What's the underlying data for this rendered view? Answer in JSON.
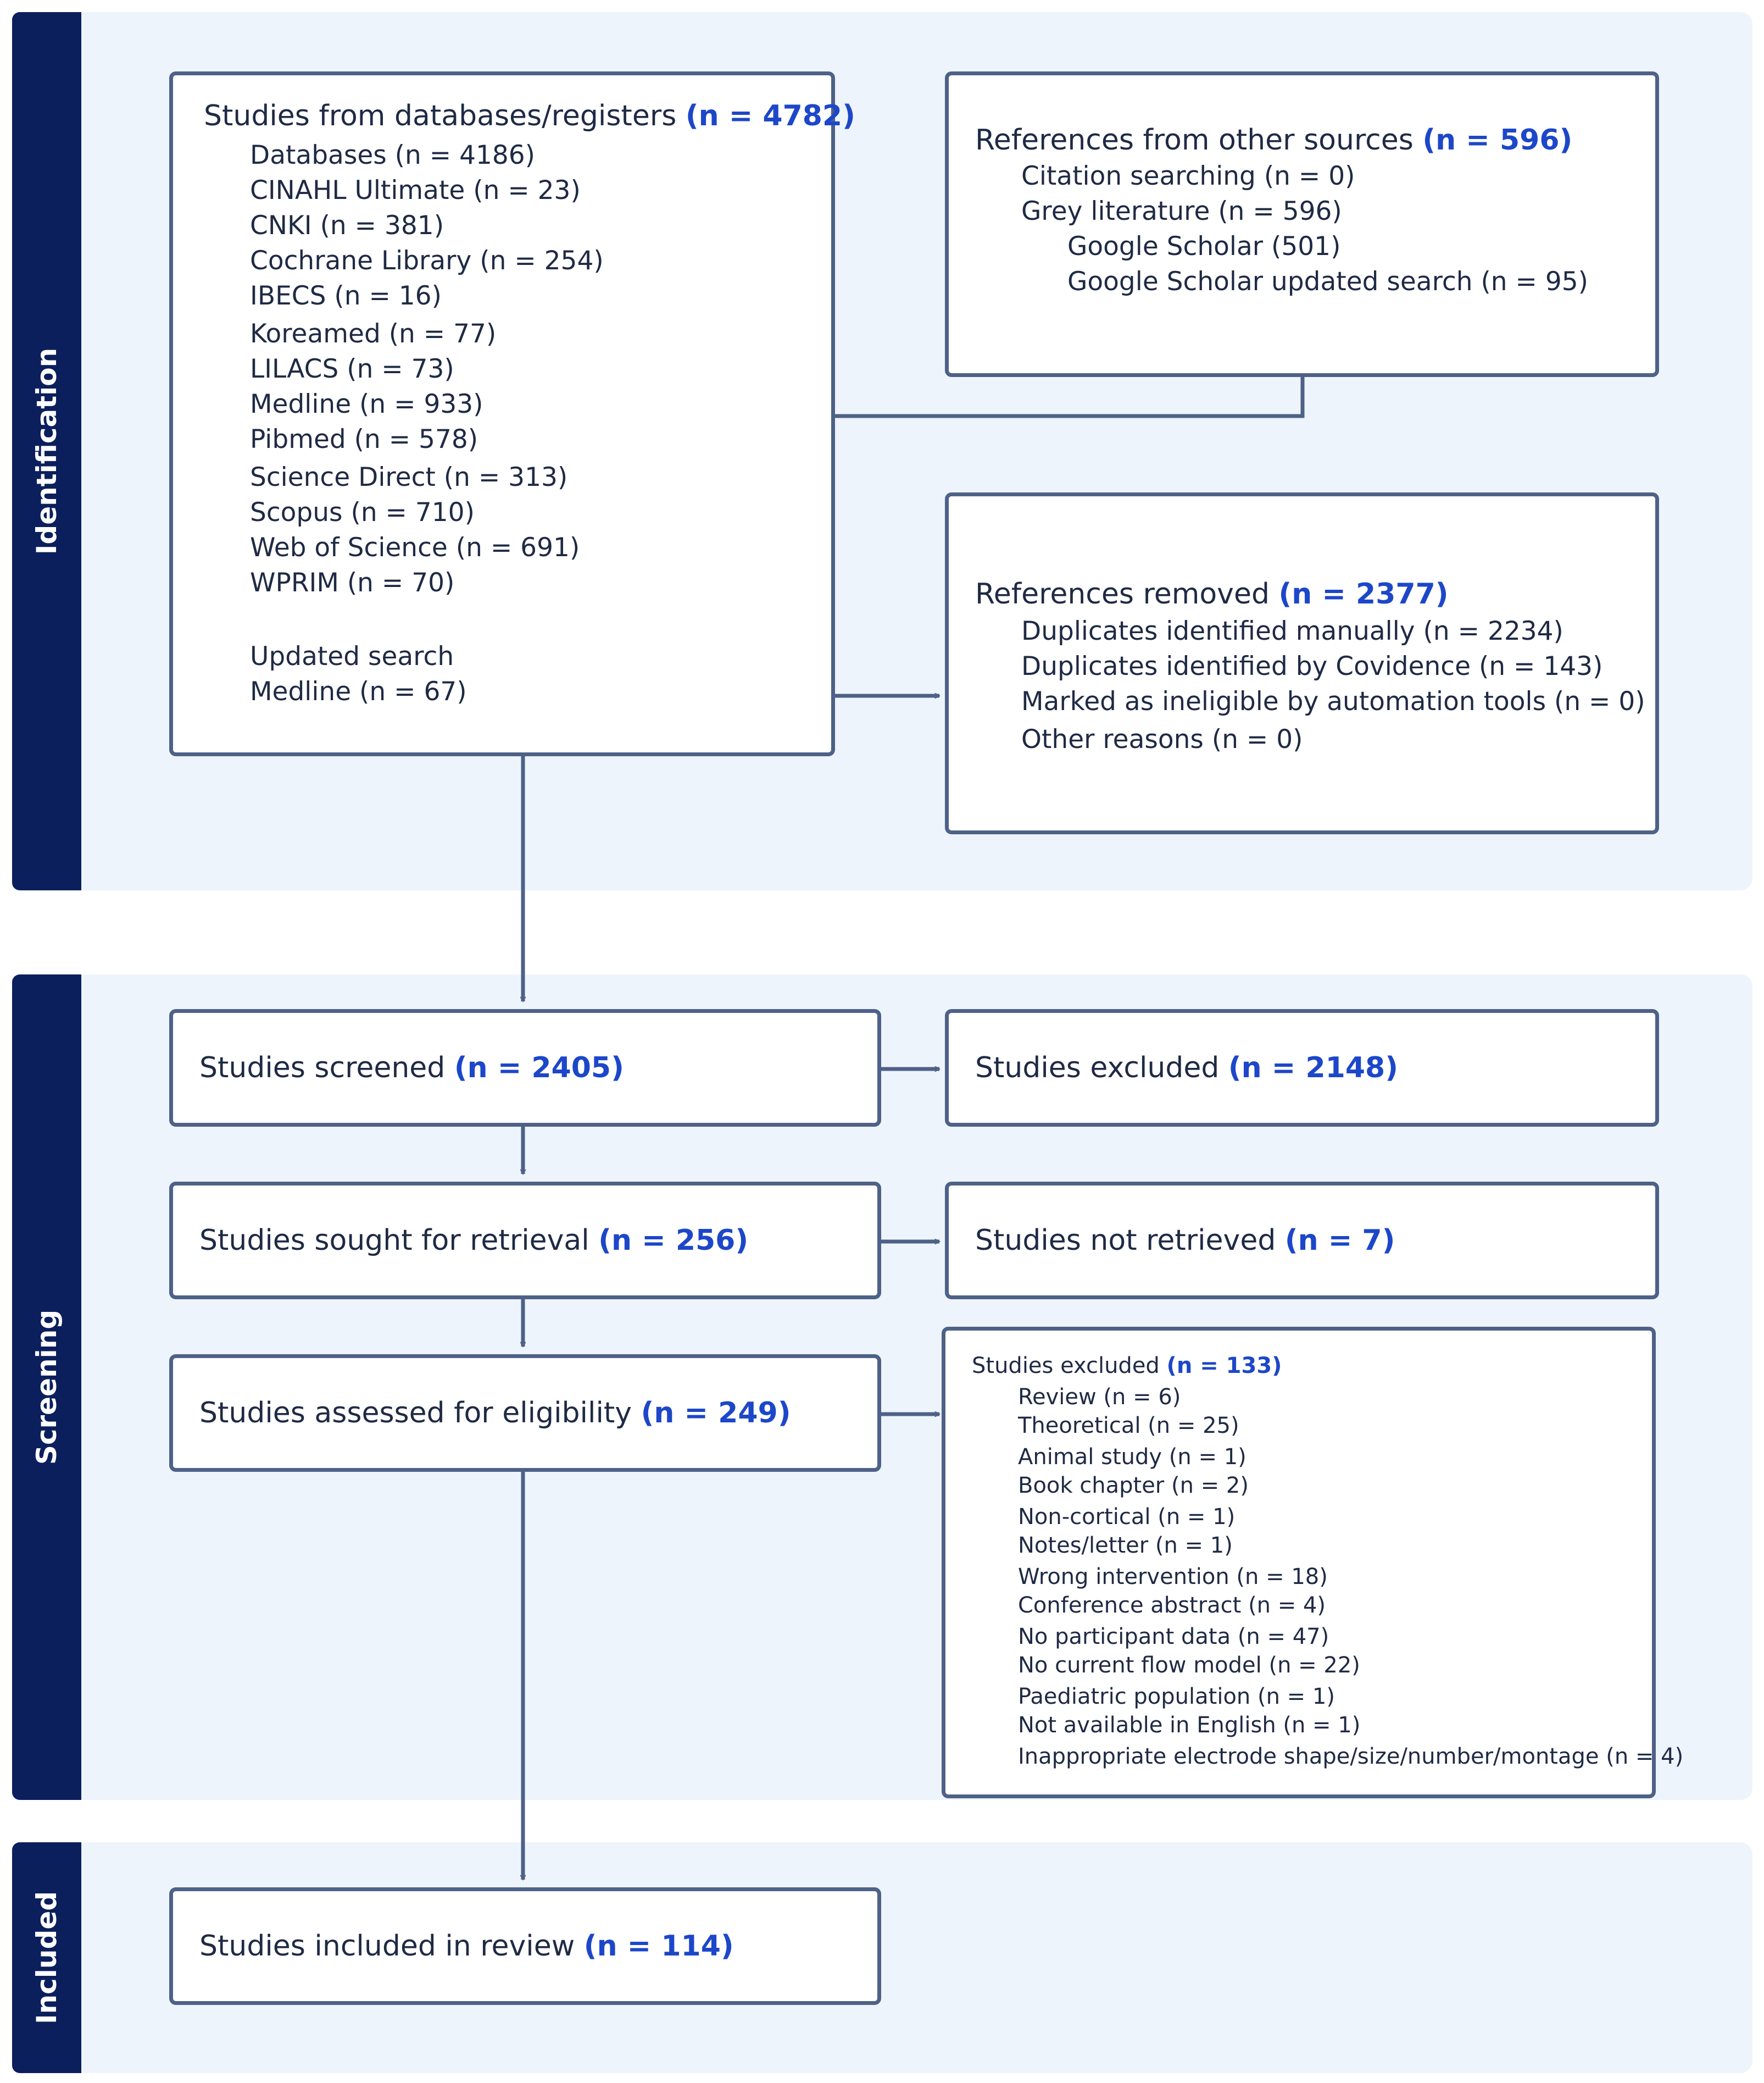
{
  "stages": {
    "identification": "Identification",
    "screening": "Screening",
    "included": "Included"
  },
  "databases_box": {
    "title": "Studies from databases/registers",
    "count": "(n = 4782)",
    "items": [
      "Databases (n = 4186)",
      "CINAHL Ultimate (n = 23)",
      "CNKI (n = 381)",
      "Cochrane Library (n = 254)",
      "IBECS (n = 16)",
      "Koreamed (n = 77)",
      "LILACS (n = 73)",
      "Medline (n = 933)",
      "Pibmed (n = 578)",
      "Science Direct (n = 313)",
      "Scopus (n = 710)",
      "Web of Science (n = 691)",
      "WPRIM (n = 70)"
    ],
    "updated_label": "Updated search",
    "updated_item": "Medline (n = 67)"
  },
  "other_sources_box": {
    "title": "References from other sources",
    "count": "(n = 596)",
    "items": [
      "Citation searching (n = 0)",
      "Grey literature (n = 596)"
    ],
    "subitems": [
      "Google Scholar (501)",
      "Google Scholar updated search (n = 95)"
    ]
  },
  "removed_box": {
    "title": "References removed",
    "count": "(n = 2377)",
    "items": [
      "Duplicates identified manually (n = 2234)",
      "Duplicates identified by Covidence (n = 143)",
      "Marked as ineligible by automation tools (n = 0)",
      "Other reasons (n = 0)"
    ]
  },
  "screened_box": {
    "label": "Studies screened",
    "count": "(n = 2405)"
  },
  "excluded_screen_box": {
    "label": "Studies excluded",
    "count": "(n = 2148)"
  },
  "sought_box": {
    "label": "Studies sought for retrieval",
    "count": "(n = 256)"
  },
  "not_retrieved_box": {
    "label": "Studies not retrieved",
    "count": "(n = 7)"
  },
  "assessed_box": {
    "label": "Studies assessed for eligibility",
    "count": "(n = 249)"
  },
  "excluded_full_box": {
    "title": "Studies excluded",
    "count": "(n = 133)",
    "items": [
      "Review (n = 6)",
      "Theoretical (n = 25)",
      "Animal study (n = 1)",
      "Book chapter (n = 2)",
      "Non-cortical (n = 1)",
      "Notes/letter (n = 1)",
      "Wrong intervention (n = 18)",
      "Conference abstract (n = 4)",
      "No participant data (n = 47)",
      "No current flow model (n = 22)",
      "Paediatric population (n = 1)",
      "Not available in English (n = 1)",
      "Inappropriate electrode shape/size/number/montage (n = 4)"
    ]
  },
  "included_box": {
    "label": "Studies included in review",
    "count": "(n = 114)"
  },
  "colors": {
    "side_bar": "#0b1f5c",
    "panel": "#eef4fc",
    "box_border": "#4e6187",
    "count_text": "#1d47c9",
    "connector": "#4e6187"
  }
}
